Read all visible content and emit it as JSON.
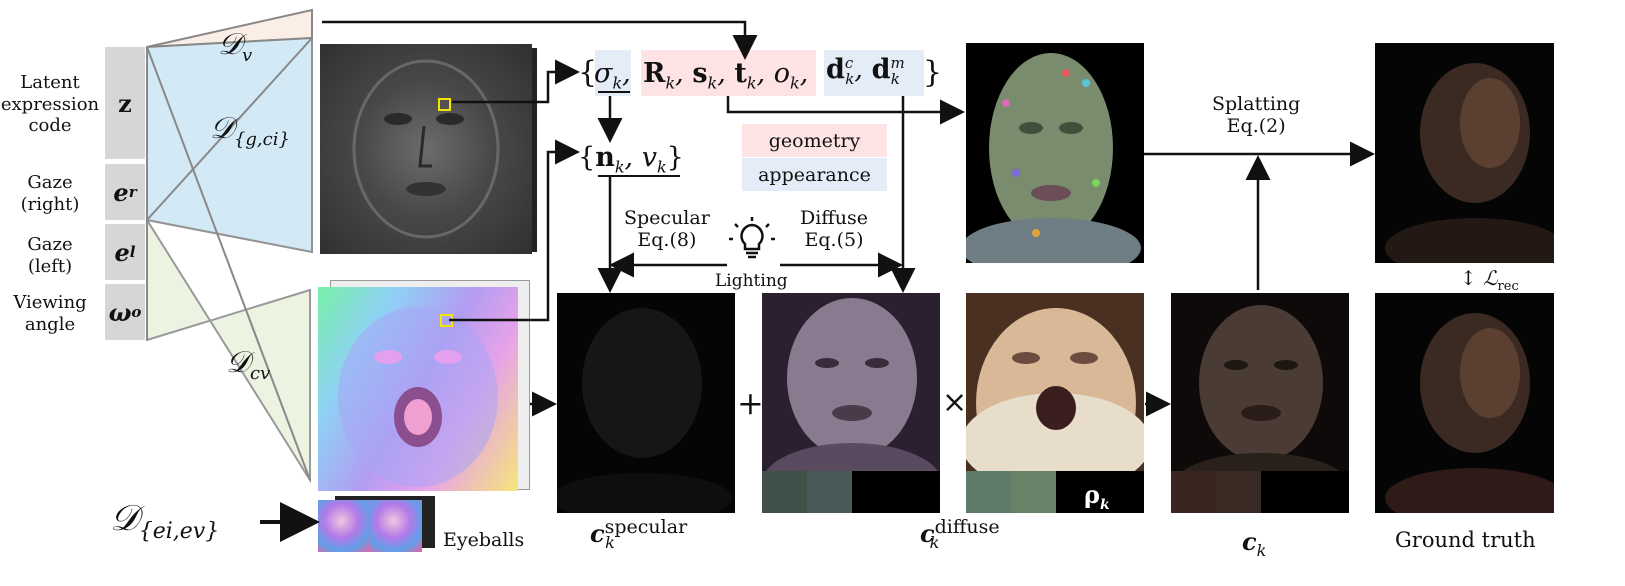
{
  "inputs": [
    {
      "label": "Latent expression code",
      "lines": [
        "Latent",
        "expression",
        "code"
      ],
      "symbol": "z",
      "symbol_id": "latent-code"
    },
    {
      "label": "Gaze (right)",
      "lines": [
        "Gaze",
        "(right)"
      ],
      "symbol": "e_r",
      "symbol_id": "gaze-right"
    },
    {
      "label": "Gaze (left)",
      "lines": [
        "Gaze",
        "(left)"
      ],
      "symbol": "e_l",
      "symbol_id": "gaze-left"
    },
    {
      "label": "Viewing angle",
      "lines": [
        "Viewing",
        "angle"
      ],
      "symbol": "ω_o",
      "symbol_id": "viewing-angle"
    }
  ],
  "decoders": {
    "dv": "𝒟v",
    "dgci": "𝒟{g,ci}",
    "dcv": "𝒟cv",
    "deiev": "𝒟{ei,ev}"
  },
  "params": {
    "set1_open": "{",
    "sigma": "σk,",
    "geometry_terms": "Rk, sk, tk, ok,",
    "appearance_terms": "dck, dmk",
    "set1_close": "}",
    "set2": "{nk, vk}"
  },
  "legend": {
    "geometry": "geometry",
    "appearance": "appearance"
  },
  "labels": {
    "specular": "Specular",
    "specular_eq": "Eq.(8)",
    "diffuse": "Diffuse",
    "diffuse_eq": "Eq.(5)",
    "lighting": "Lighting",
    "splatting": "Splatting",
    "splatting_eq": "Eq.(2)",
    "eyeballs": "Eyeballs",
    "loss": "ℒrec",
    "ground_truth": "Ground truth",
    "plus": "+",
    "times": "×",
    "rho": "ρk"
  },
  "captions": {
    "c_specular": "cspeculark",
    "c_diffuse": "cdiffusek",
    "c_k": "ck"
  },
  "colors": {
    "geometry_bg": "#fde3e3",
    "appearance_bg": "#e4ecf7",
    "dv_fill": "#fbeee6",
    "dgci_fill": "#cfe8f6",
    "dcv_fill": "#e9f1dc",
    "dark_tile": "#0a0a0a",
    "highlight": "#f5e400"
  }
}
